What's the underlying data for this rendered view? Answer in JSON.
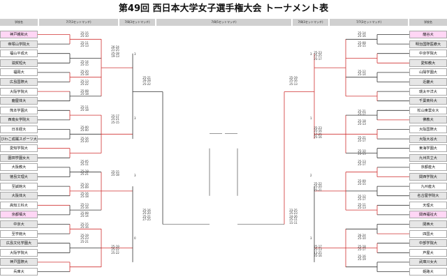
{
  "title": "第49回 西日本大学女子選手権大会 トーナメント表",
  "headers": {
    "school_left": "学校名",
    "r1_left": "7/7(3セットマッチ)",
    "r2_left": "7/8(3セットマッチ)",
    "center": "7/8(5セットマッチ)",
    "r2_right": "7/8(3セットマッチ)",
    "r1_right": "7/7(3セットマッチ)",
    "school_right": "学校名"
  },
  "teams_left": [
    {
      "name": "神戸親和大",
      "color": "pink"
    },
    {
      "name": "帝塚山学院大",
      "color": "gray"
    },
    {
      "name": "福山平成大",
      "color": "white"
    },
    {
      "name": "滋賀短大",
      "color": "gray"
    },
    {
      "name": "福岡大",
      "color": "white"
    },
    {
      "name": "広島国際大",
      "color": "gray"
    },
    {
      "name": "大阪学院大",
      "color": "white"
    },
    {
      "name": "鹿屋体大",
      "color": "gray"
    },
    {
      "name": "熊本学園大",
      "color": "white"
    },
    {
      "name": "西南女学院大",
      "color": "gray"
    },
    {
      "name": "日本経大",
      "color": "white"
    },
    {
      "name": "びわこ成蹊スポーツ大",
      "color": "gray"
    },
    {
      "name": "愛知学院大",
      "color": "white"
    },
    {
      "name": "園田学園女大",
      "color": "gray"
    },
    {
      "name": "大阪教大",
      "color": "white"
    },
    {
      "name": "徳島文理大",
      "color": "gray"
    },
    {
      "name": "至誠館大",
      "color": "white"
    },
    {
      "name": "大阪体大",
      "color": "gray"
    },
    {
      "name": "高知工科大",
      "color": "white"
    },
    {
      "name": "京都橘大",
      "color": "pink"
    },
    {
      "name": "中京大",
      "color": "gray"
    },
    {
      "name": "至学館大",
      "color": "white"
    },
    {
      "name": "広島文化学園大",
      "color": "gray"
    },
    {
      "name": "大阪学院大",
      "color": "white"
    },
    {
      "name": "神戸国際大",
      "color": "gray"
    },
    {
      "name": "兵庫大",
      "color": "white"
    }
  ],
  "teams_right": [
    {
      "name": "龍谷大",
      "color": "pink"
    },
    {
      "name": "明治国際医療大",
      "color": "gray"
    },
    {
      "name": "中京学院大",
      "color": "white"
    },
    {
      "name": "愛知教大",
      "color": "gray"
    },
    {
      "name": "山陽学園大",
      "color": "white"
    },
    {
      "name": "近畿大",
      "color": "gray"
    },
    {
      "name": "環太平洋大",
      "color": "white"
    },
    {
      "name": "千葉商科大",
      "color": "gray"
    },
    {
      "name": "松山東雲女大",
      "color": "white"
    },
    {
      "name": "佛教大",
      "color": "gray"
    },
    {
      "name": "大阪国際大",
      "color": "white"
    },
    {
      "name": "大阪大谷大",
      "color": "gray"
    },
    {
      "name": "東海学園大",
      "color": "white"
    },
    {
      "name": "九州共立大",
      "color": "gray"
    },
    {
      "name": "京都産大",
      "color": "white"
    },
    {
      "name": "関西学院大",
      "color": "gray"
    },
    {
      "name": "九州産大",
      "color": "white"
    },
    {
      "name": "名古屋学院大",
      "color": "gray"
    },
    {
      "name": "天理大",
      "color": "white"
    },
    {
      "name": "関西福祉大",
      "color": "pink"
    },
    {
      "name": "関西大",
      "color": "gray"
    },
    {
      "name": "四国大",
      "color": "white"
    },
    {
      "name": "中部学院大",
      "color": "gray"
    },
    {
      "name": "芦屋大",
      "color": "white"
    },
    {
      "name": "武庫川女大",
      "color": "gray"
    },
    {
      "name": "姫路大",
      "color": "white"
    }
  ],
  "scores": [
    {
      "text": "25-15\n25-10"
    },
    {
      "text": "25-11\n25-13"
    },
    {
      "text": "25-14\n25-15"
    },
    {
      "text": "25-20\n25-18"
    },
    {
      "text": "25-13\n25-22"
    },
    {
      "text": "25-08\n25-18"
    },
    {
      "text": "25-11\n25-18"
    },
    {
      "text": "25-00\n25-00"
    },
    {
      "text": "25-16\n25-20"
    },
    {
      "text": "26-24\n21-25\n25-18\n19-13"
    },
    {
      "text": "25-17\n25-21\n25-15"
    },
    {
      "text": "25-21\n26-28\n25-22"
    },
    {
      "text": "25-05\n25-11"
    },
    {
      "text": "25-18\n25-21"
    },
    {
      "text": "25-10\n25-09"
    },
    {
      "text": "25-16\n25-18"
    },
    {
      "text": "25-13\n25-16"
    },
    {
      "text": "25-08\n25-14"
    },
    {
      "text": "25-15\n25-16"
    },
    {
      "text": "25-15\n25-18"
    },
    {
      "text": "25-16\n25-20\n25-21\n27-25"
    },
    {
      "text": "25-19\n25-22\n25-22"
    },
    {
      "text": "25-19\n25-23\n25-21"
    },
    {
      "text": "25-19\n25-16\n25-13"
    },
    {
      "text": "25-23\n25-25\n25-17"
    },
    {
      "text": "25-14\n25-16"
    },
    {
      "text": "25-08\n25-15"
    },
    {
      "text": "25-12\n25-14"
    },
    {
      "text": "25-21\n25-17"
    },
    {
      "text": "25-18\n25-13"
    },
    {
      "text": "25-21\n25-17"
    },
    {
      "text": "25-10\n25-15"
    },
    {
      "text": "25-13\n25-17"
    },
    {
      "text": "25-23\n25-16\n17-25\n25-16"
    },
    {
      "text": "25-22\n25-20\n25-21"
    },
    {
      "text": "25-09\n25-15"
    },
    {
      "text": "25-12\n25-17"
    },
    {
      "text": "25-11\n25-13"
    },
    {
      "text": "23-25\n25-23\n24-26\n25-11\n15-11"
    },
    {
      "text": "25-17\n25-13\n13-25\n25-16"
    },
    {
      "text": "26-24\n25-10"
    },
    {
      "text": "25-18\n25-17"
    },
    {
      "text": "25-16\n25-19"
    }
  ],
  "winners_left": [
    "3",
    "3",
    "3",
    "0"
  ],
  "winners_right": [
    "3",
    "1",
    "2",
    "3"
  ]
}
